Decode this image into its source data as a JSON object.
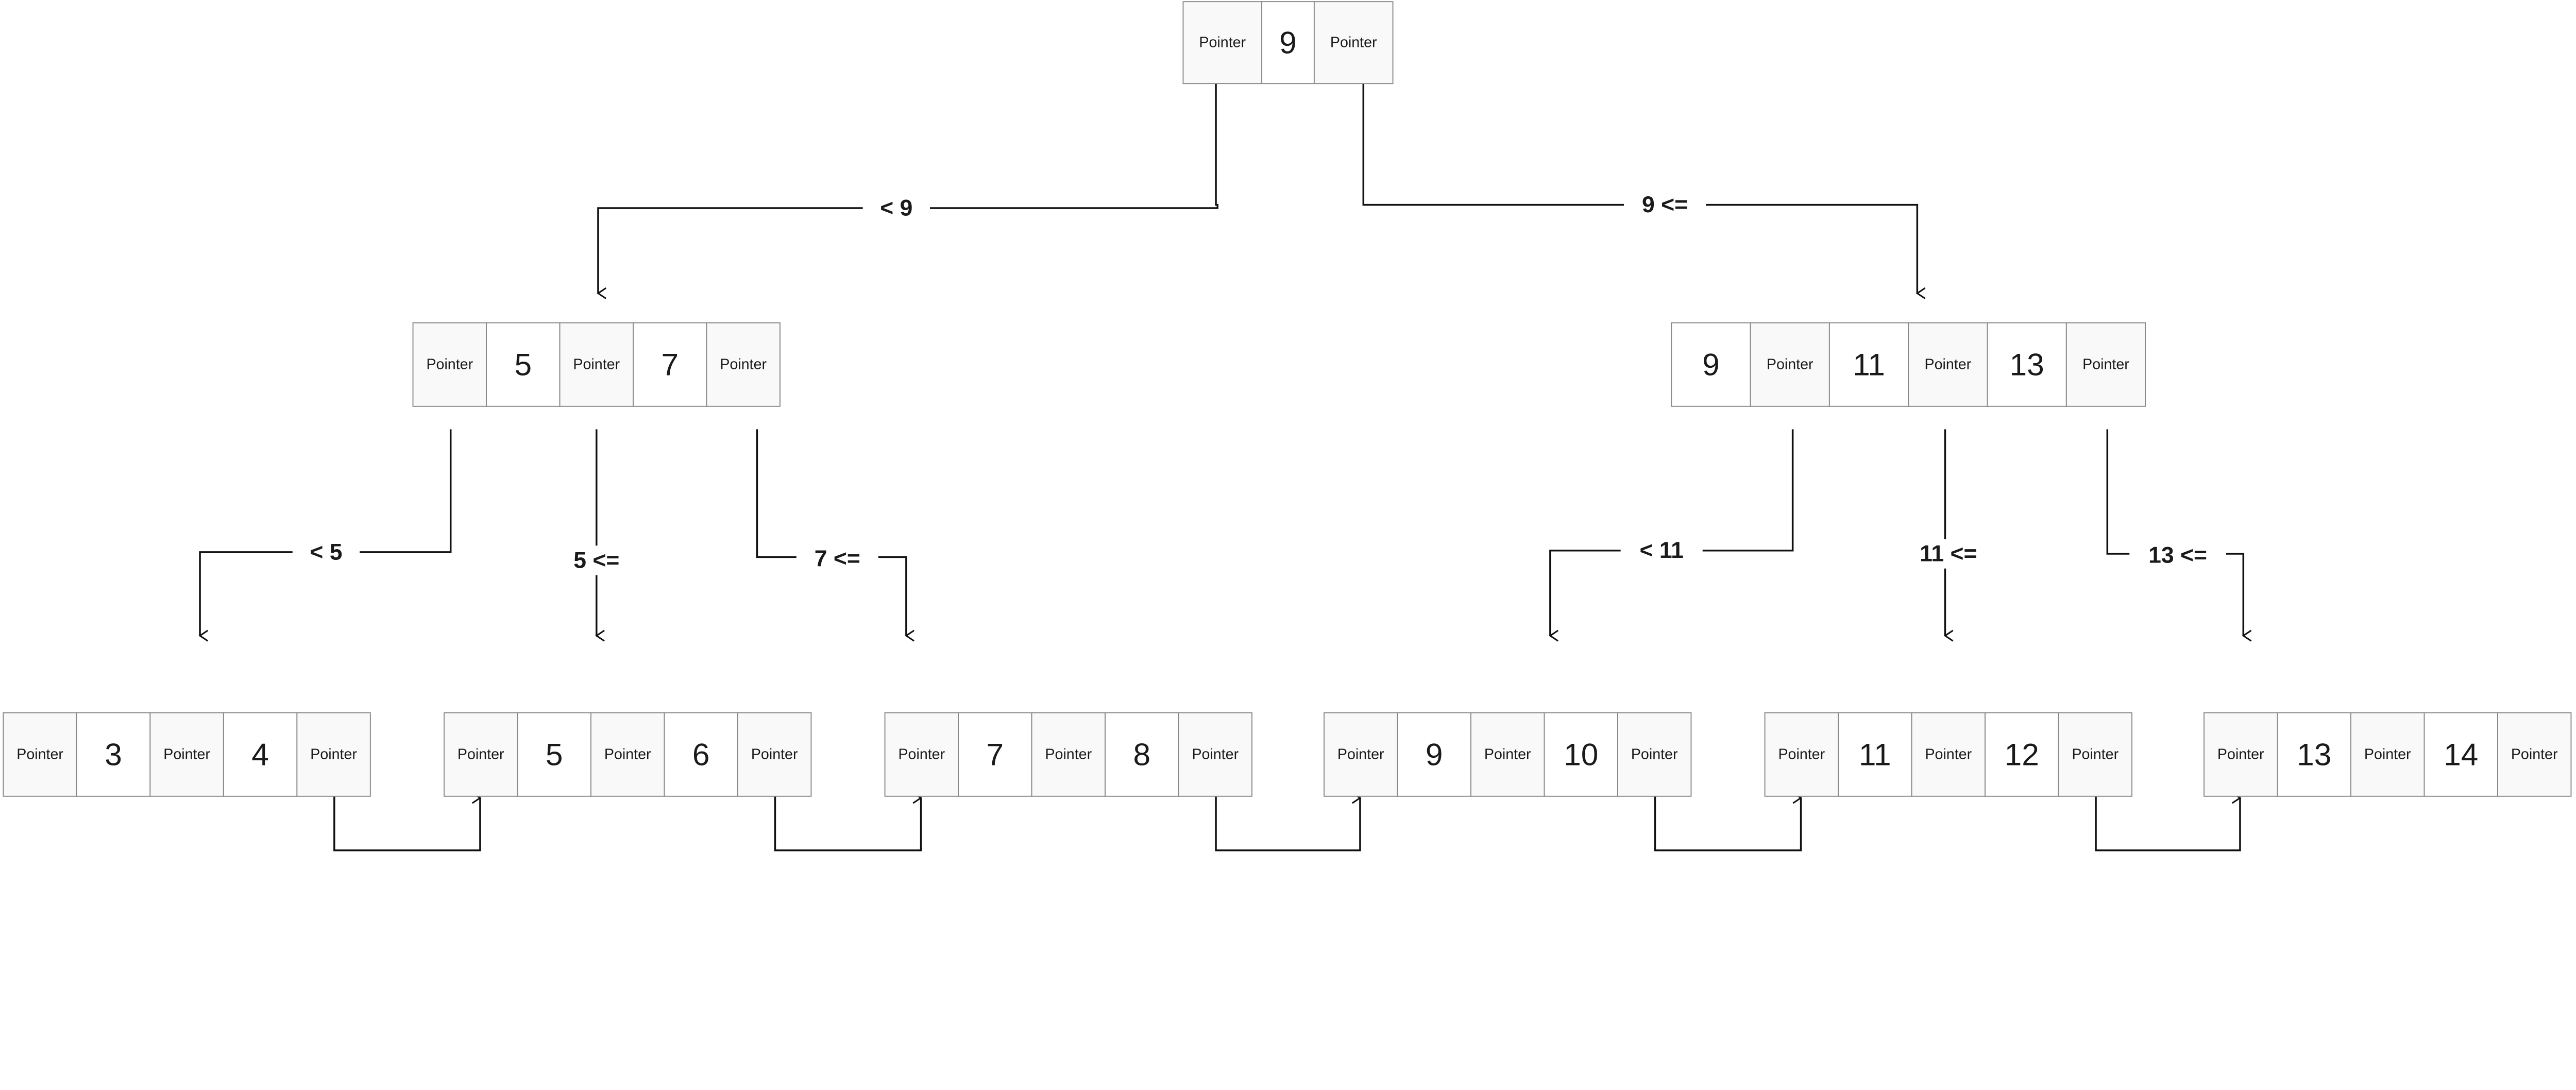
{
  "pointer_label": "Pointer",
  "colors": {
    "pointer_cell": "#f9f9f9",
    "key_cell": "#ffffff",
    "border": "#888888",
    "line": "#111111"
  },
  "nodes": {
    "root": {
      "cells": [
        "Pointer",
        "9",
        "Pointer"
      ]
    },
    "internal_left": {
      "cells": [
        "Pointer",
        "5",
        "Pointer",
        "7",
        "Pointer"
      ]
    },
    "internal_right": {
      "cells": [
        "9",
        "Pointer",
        "11",
        "Pointer",
        "13",
        "Pointer"
      ]
    },
    "leaves": [
      {
        "cells": [
          "Pointer",
          "3",
          "Pointer",
          "4",
          "Pointer"
        ]
      },
      {
        "cells": [
          "Pointer",
          "5",
          "Pointer",
          "6",
          "Pointer"
        ]
      },
      {
        "cells": [
          "Pointer",
          "7",
          "Pointer",
          "8",
          "Pointer"
        ]
      },
      {
        "cells": [
          "Pointer",
          "9",
          "Pointer",
          "10",
          "Pointer"
        ]
      },
      {
        "cells": [
          "Pointer",
          "11",
          "Pointer",
          "12",
          "Pointer"
        ]
      },
      {
        "cells": [
          "Pointer",
          "13",
          "Pointer",
          "14",
          "Pointer"
        ]
      }
    ]
  },
  "edge_labels": {
    "root_left": "< 9",
    "root_right": "9 <=",
    "left_1": "< 5",
    "left_2": "5 <=",
    "left_3": "7 <=",
    "right_1": "< 11",
    "right_2": "11 <=",
    "right_3": "13 <="
  }
}
